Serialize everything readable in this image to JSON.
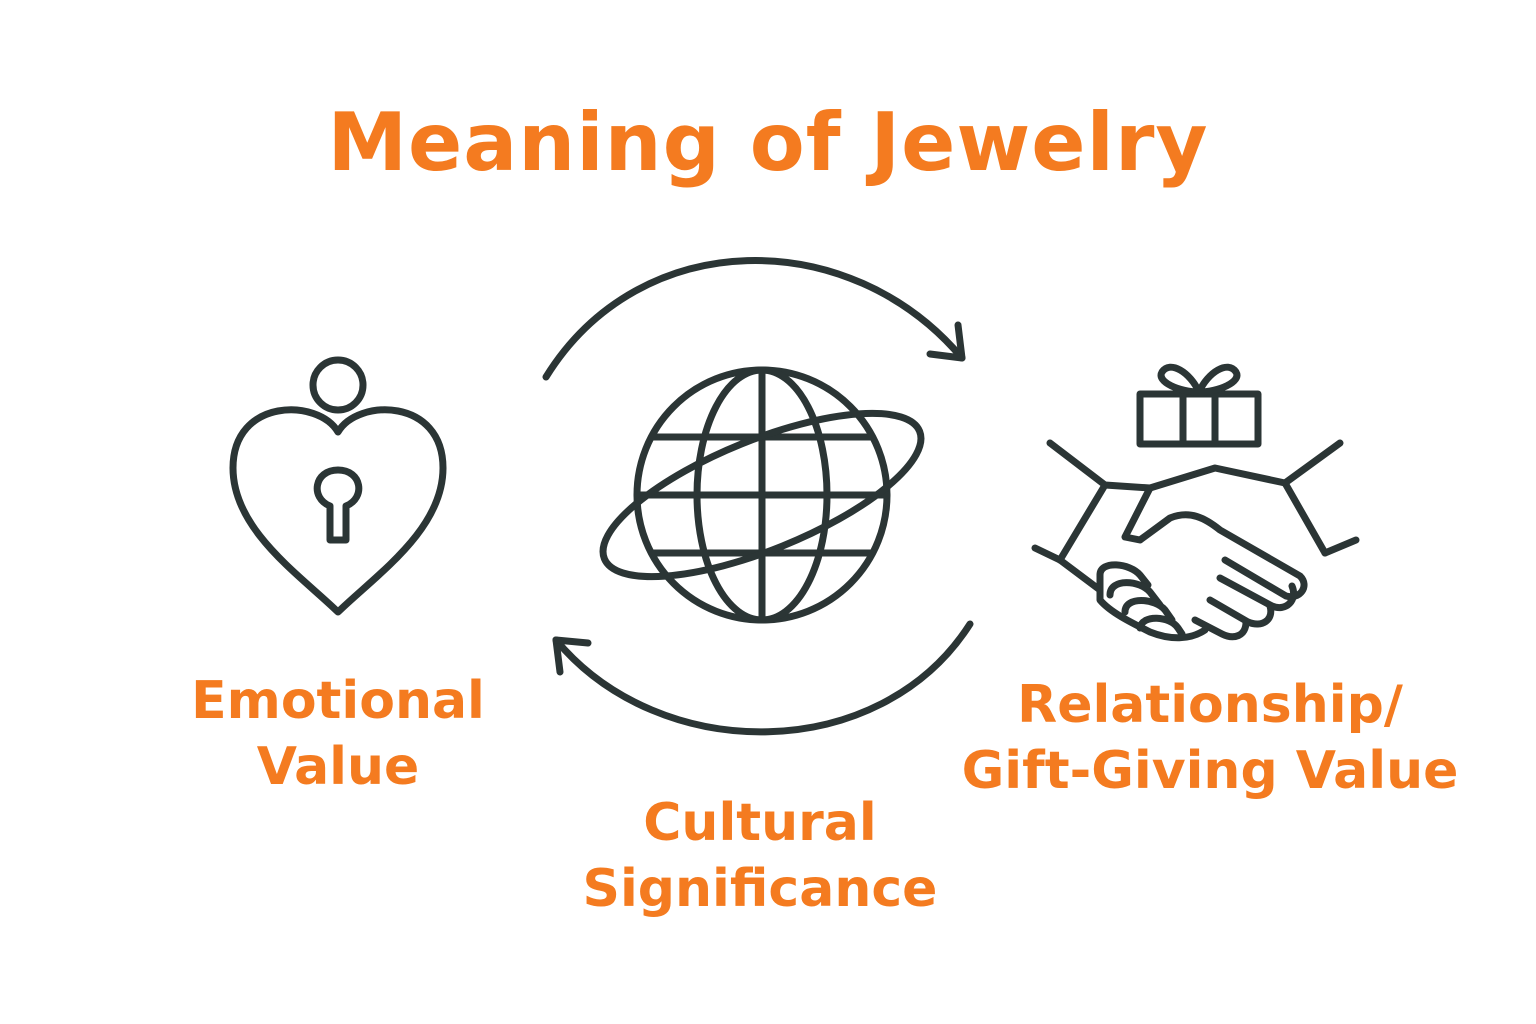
{
  "title": "Meaning of Jewelry",
  "colors": {
    "accent": "#F47B20",
    "stroke": "#2B3535",
    "background": "#FFFFFF"
  },
  "nodes": [
    {
      "icon": "heart-lock-icon",
      "label_lines": [
        "Emotional",
        "Value"
      ]
    },
    {
      "icon": "globe-orbit-icon",
      "label_lines": [
        "Cultural",
        "Significance"
      ]
    },
    {
      "icon": "handshake-gift-icon",
      "label_lines": [
        "Relationship/",
        "Gift-Giving Value"
      ]
    }
  ],
  "cycle_arrows": [
    "cycle-arrow-top-icon",
    "cycle-arrow-bottom-icon"
  ]
}
